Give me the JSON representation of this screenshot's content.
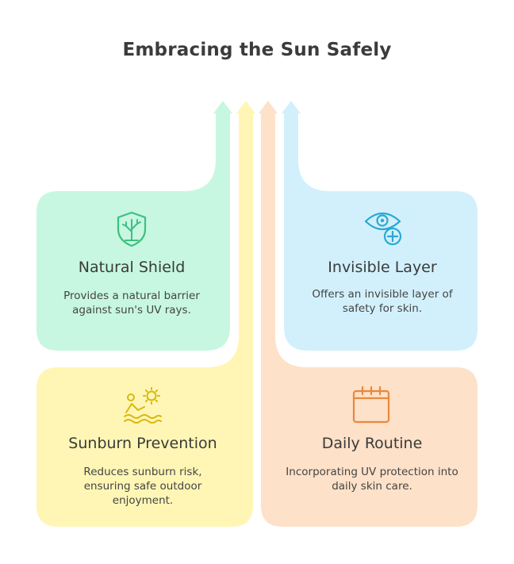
{
  "title": "Embracing the Sun Safely",
  "cards": [
    {
      "key": "natural-shield",
      "title": "Natural Shield",
      "desc": "Provides a natural barrier against sun's UV rays.",
      "fill": "#c7f7e0",
      "accent": "#3fbf81",
      "icon": "shield-plant-icon"
    },
    {
      "key": "invisible-layer",
      "title": "Invisible Layer",
      "desc": "Offers an invisible layer of safety for skin.",
      "fill": "#d2f0fc",
      "accent": "#2aa9d4",
      "icon": "eye-plus-icon"
    },
    {
      "key": "sunburn-prevention",
      "title": "Sunburn Prevention",
      "desc": "Reduces sunburn risk, ensuring safe outdoor enjoyment.",
      "fill": "#fff6b5",
      "accent": "#d9b80f",
      "icon": "sun-person-icon"
    },
    {
      "key": "daily-routine",
      "title": "Daily Routine",
      "desc": "Incorporating UV protection into daily skin care.",
      "fill": "#fde1c8",
      "accent": "#e8893f",
      "icon": "calendar-icon"
    }
  ]
}
